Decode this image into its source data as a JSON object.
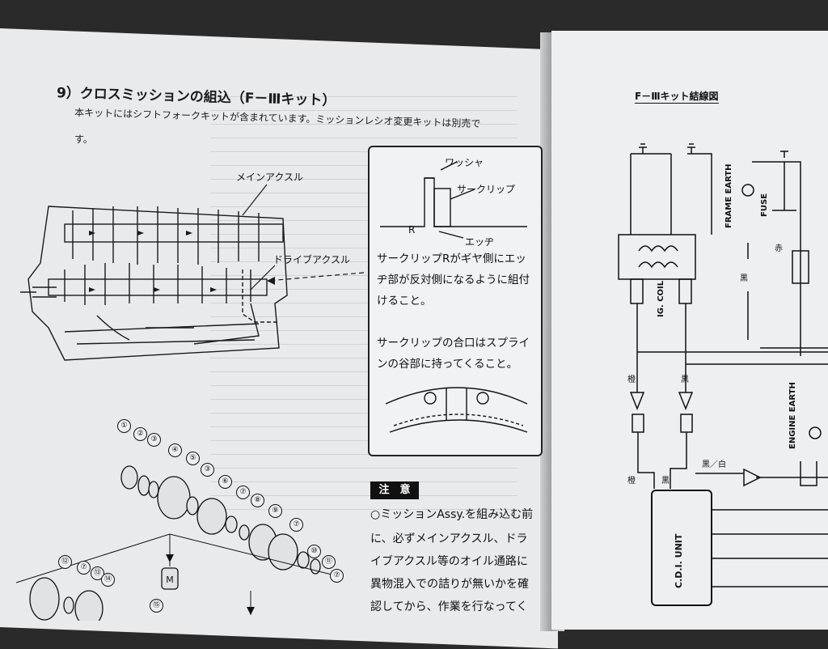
{
  "left_page": {
    "heading": "9）クロスミッションの組込（F－Ⅲキット）",
    "intro_line1": "本キットにはシフトフォークキットが含まれています。ミッションレシオ変更キットは別売で",
    "intro_line2": "す。",
    "diagram_labels": {
      "main_axle": "メインアクスル",
      "drive_axle": "ドライブアクスル",
      "washer": "ワッシャ",
      "circlip": "サークリップ",
      "r_mark": "R",
      "edge": "エッヂ"
    },
    "box_notes": [
      "サークリップRがギヤ側にエッ",
      "ヂ部が反対側になるように組付",
      "けること。",
      "サークリップの合口はスプライ",
      "ンの谷部に持ってくること。"
    ],
    "caution_title": "注　意",
    "caution_lines": [
      "○ミッションAssy.を組み込む前",
      "に、必ずメインアクスル、ドラ",
      "イブアクスル等のオイル通路に",
      "異物混入での詰りが無いかを確",
      "認してから、作業を行なってく"
    ],
    "part_numbers": [
      "①",
      "②",
      "③",
      "④",
      "⑤",
      "③",
      "⑥",
      "⑦",
      "⑧",
      "⑨",
      "⑦",
      "⑩",
      "⑪",
      "⑦",
      "⑫",
      "⑦",
      "⑬",
      "⑭",
      "⑮"
    ],
    "marker_m": "M"
  },
  "right_page": {
    "title": "F－Ⅲキット結線図",
    "labels": {
      "frame_earth": "FRAME EARTH",
      "fuse": "FUSE",
      "ig_coil": "IG. COIL",
      "engine_earth": "ENGINE EARTH",
      "cdi_unit": "C.D.I. UNIT",
      "wire_orange": "橙",
      "wire_black": "黒",
      "wire_black_white": "黒／白",
      "wire_red": "赤"
    }
  }
}
